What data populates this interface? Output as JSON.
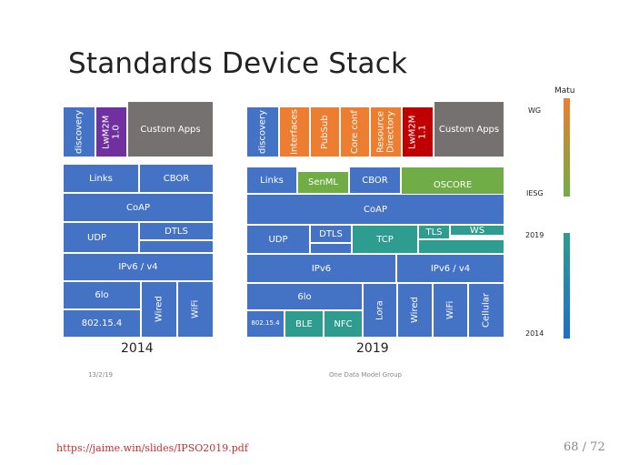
{
  "title": "Standards Device Stack",
  "left_stack": {
    "caption": "2014",
    "blocks": {
      "discovery": "discovery",
      "lwm2m": "LwM2M 1.0",
      "custom_apps": "Custom Apps",
      "links": "Links",
      "cbor": "CBOR",
      "coap": "CoAP",
      "udp": "UDP",
      "dtls": "DTLS",
      "ipv6": "IPv6 / v4",
      "sixlo": "6lo",
      "wired": "Wired",
      "wifi": "WiFi",
      "ieee": "802.15.4"
    }
  },
  "right_stack": {
    "caption": "2019",
    "blocks": {
      "discovery": "discovery",
      "interfaces": "Interfaces",
      "pubsub": "PubSub",
      "core_conf": "Core conf",
      "resource_directory": "Resource Directory",
      "lwm2m": "LwM2M 1.1",
      "custom_apps": "Custom Apps",
      "links": "Links",
      "senml": "SenML",
      "cbor": "CBOR",
      "oscore": "OSCORE",
      "coap": "CoAP",
      "udp": "UDP",
      "dtls": "DTLS",
      "tcp": "TCP",
      "tls": "TLS",
      "ws": "WS",
      "ipv6": "IPv6",
      "ipv6v4": "IPv6 / v4",
      "sixlo": "6lo",
      "ieee": "802.15.4",
      "ble": "BLE",
      "nfc": "NFC",
      "lora": "Lora",
      "wired": "Wired",
      "wifi": "WiFi",
      "cellular": "Cellular"
    }
  },
  "maturity": {
    "title": "Matu",
    "wg": "WG",
    "iesg": "IESG",
    "y2019": "2019",
    "y2014": "2014"
  },
  "footer": {
    "date": "13/2/19",
    "group": "One Data Model Group",
    "link": "https://jaime.win/slides/IPSO2019.pdf",
    "page": "68 / 72"
  },
  "colors": {
    "blue": "#4472c4",
    "grey": "#767171",
    "purple": "#7030a0",
    "orange": "#ed7d31",
    "red": "#c00000",
    "green": "#70ad47",
    "teal": "#2e9c8e"
  }
}
